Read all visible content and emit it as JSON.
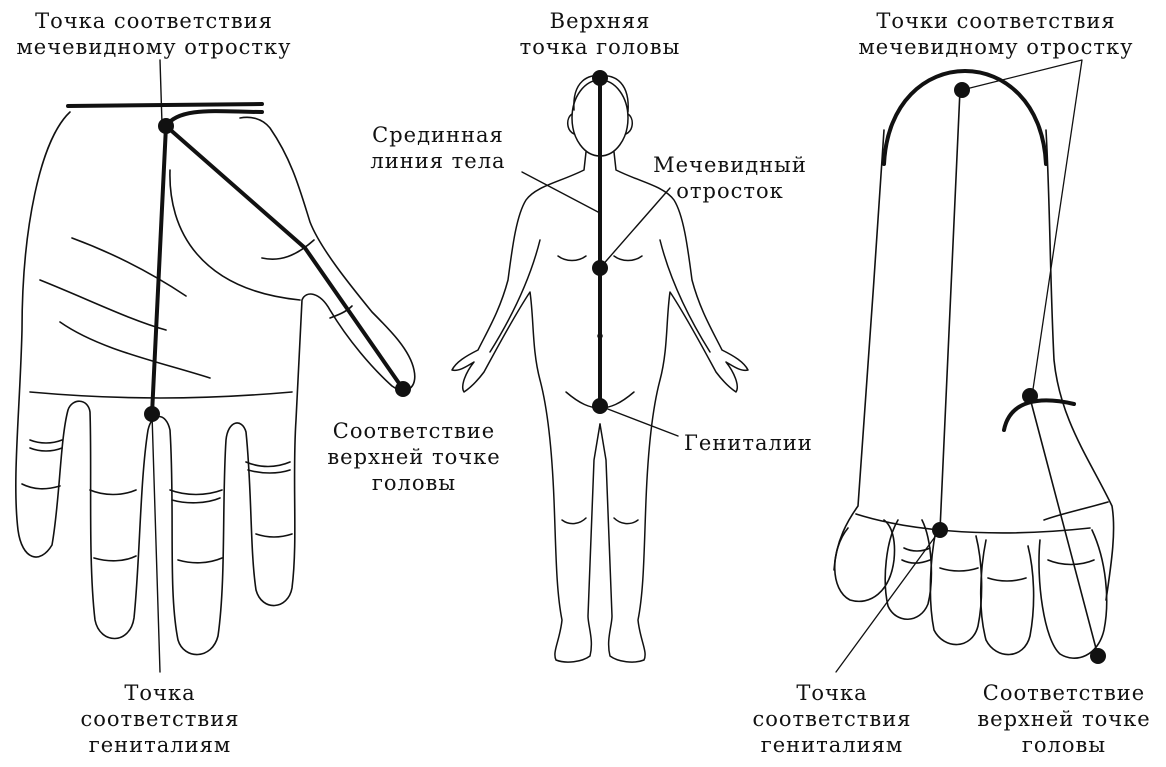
{
  "colors": {
    "ink": "#111111",
    "background": "#ffffff"
  },
  "labels": {
    "hand_xiphoid": [
      "Точка соответствия",
      "мечевидному отростку"
    ],
    "body_top": [
      "Верхняя",
      "точка головы"
    ],
    "body_midline": [
      "Срединная",
      "линия тела"
    ],
    "body_xiphoid": [
      "Мечевидный",
      "отросток"
    ],
    "body_genitals": [
      "Гениталии"
    ],
    "hand_head_top": [
      "Соответствие",
      "верхней точке",
      "головы"
    ],
    "hand_genitals": [
      "Точка",
      "соответствия",
      "гениталиям"
    ],
    "foot_xiphoid": [
      "Точки соответствия",
      "мечевидному отростку"
    ],
    "foot_genitals": [
      "Точка",
      "соответствия",
      "гениталиям"
    ],
    "foot_head_top": [
      "Соответствие",
      "верхней точке",
      "головы"
    ]
  }
}
